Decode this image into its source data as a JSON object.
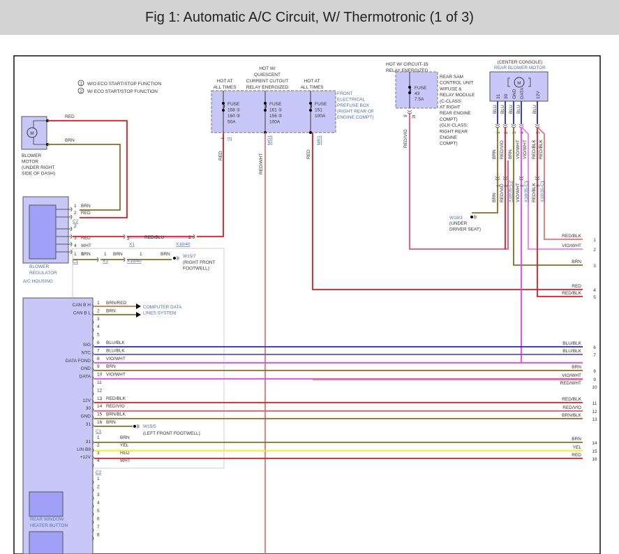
{
  "title": "Fig 1: Automatic A/C Circuit, W/ Thermotronic (1 of 3)",
  "legend": [
    {
      "mark": "1",
      "text": "W/O ECO START/STOP FUNCTION"
    },
    {
      "mark": "2",
      "text": "W/ ECO START/STOP FUNCTION"
    }
  ],
  "components": {
    "blower_motor": {
      "label": [
        "BLOWER",
        "MOTOR",
        "(UNDER RIGHT",
        "SIDE OF DASH)"
      ],
      "symbol": "M"
    },
    "blower_regulator": {
      "label": [
        "BLOWER",
        "REGULATOR"
      ],
      "housing": "A/C HOUSING"
    },
    "prefuse_box": {
      "label": [
        "FRONT",
        "ELECTRICAL",
        "PREFUSE BOX",
        "(RIGHT REAR OF",
        "ENGINE COMPT)"
      ],
      "fuses": [
        {
          "header": [
            "HOT AT",
            "ALL TIMES"
          ],
          "lines": [
            "FUSE",
            "158 ①",
            "160 ②",
            "50A"
          ],
          "connector": "I3",
          "pin": "1",
          "wire": "RED"
        },
        {
          "header": [
            "HOT W/",
            "QUIESCENT",
            "CURRENT CUTOUT",
            "RELAY ENERGIZED"
          ],
          "lines": [
            "FUSE",
            "161 ①",
            "156 ②",
            "100A"
          ],
          "connector": "MG1",
          "wire": "RED/WHT"
        },
        {
          "header": [
            "HOT AT",
            "ALL TIMES"
          ],
          "lines": [
            "FUSE",
            "151",
            "100A"
          ],
          "connector": "MR1",
          "wire": "RED"
        }
      ]
    },
    "rear_sam": {
      "header": [
        "HOT W/ CIRCUIT-15",
        "RELAY ENERGIZED"
      ],
      "fuse": [
        "FUSE",
        "43",
        "7.5A"
      ],
      "label": [
        "REAR SAM",
        "CONTROL UNIT",
        "W/FUSE &",
        "RELAY MODULE",
        "(C-CLASS:",
        "AT RIGHT",
        "REAR ENGINE",
        "COMPT)",
        "(GLK-CLASS:",
        "RIGHT REAR",
        "ENGINE",
        "COMPT)"
      ],
      "pin": "9",
      "connector": "3I",
      "wire": "RED/VIO"
    },
    "rear_blower_motor": {
      "label": [
        "(CENTER CONSOLE)",
        "REAR BLOWER MOTOR"
      ],
      "symbol": "M",
      "pins": [
        "31",
        "30",
        "GND",
        "DATA",
        "12V"
      ],
      "pin_wires": [
        "BLU",
        "BLU",
        "BLU",
        "BLU",
        "BLU"
      ],
      "harness_pins": [
        "1",
        "2",
        "3",
        "4",
        "5"
      ],
      "harness_wires": [
        "BRN",
        "RED/VIO",
        "BRN",
        "VIO/WHT",
        "VIO/WHT",
        "RED/BLK",
        "RED/BLK"
      ],
      "lower_pins": [
        "1",
        "2",
        "2",
        "3"
      ],
      "lower_wires": [
        "BRN",
        "RED/VIO",
        "VIO/WHT",
        "RED/BLK"
      ],
      "lower_connectors": [
        "X18/35-C2",
        "X18/35-C1",
        "X18/35-C1"
      ]
    },
    "ground_w18": {
      "id": "W18/3",
      "location": [
        "(UNDER",
        "DRIVER SEAT)"
      ]
    },
    "ground_w15_7": {
      "id": "W15/7",
      "location": [
        "(RIGHT FRONT",
        "FOOTWELL)"
      ]
    },
    "ground_w15_5": {
      "id": "W15/5",
      "location": "(LEFT FRONT FOOTWELL)"
    },
    "rear_window_heater": {
      "label": [
        "REAR WINDOW",
        "HEATER BUTTON"
      ]
    }
  },
  "regulator_pins": {
    "c2": [
      {
        "pin": "1",
        "wire": "BRN"
      },
      {
        "pin": "2",
        "wire": "RED"
      }
    ],
    "c2_label": "C2",
    "c1": [
      {
        "pin": "2",
        "wire": ""
      },
      {
        "pin": "3",
        "wire": "RED"
      },
      {
        "pin": "4",
        "wire": "WHT"
      },
      {
        "pin": "1",
        "wire": "BRN"
      }
    ],
    "c1_label": "C1",
    "x1_label": "X1",
    "x18_label": "X18/40",
    "red_blu": "RED/BLU",
    "pin2": "2",
    "pin1": "1",
    "brn": "BRN"
  },
  "control_unit_c1": [
    {
      "pin": "1",
      "signal": "CAN B H",
      "wire": "BRN/RED"
    },
    {
      "pin": "2",
      "signal": "CAN B L",
      "wire": "BRN"
    },
    {
      "pin": "3",
      "signal": "",
      "wire": ""
    },
    {
      "pin": "4",
      "signal": "",
      "wire": ""
    },
    {
      "pin": "5",
      "signal": "",
      "wire": ""
    },
    {
      "pin": "6",
      "signal": "SIG",
      "wire": "BLU/BLK"
    },
    {
      "pin": "7",
      "signal": "NTC",
      "wire": "BLU/BLK"
    },
    {
      "pin": "8",
      "signal": "DATA FOND",
      "wire": "VIO/WHT"
    },
    {
      "pin": "9",
      "signal": "GND",
      "wire": "BRN"
    },
    {
      "pin": "10",
      "signal": "DATA",
      "wire": "VIO/WHT"
    },
    {
      "pin": "11",
      "signal": "",
      "wire": ""
    },
    {
      "pin": "12",
      "signal": "",
      "wire": ""
    },
    {
      "pin": "13",
      "signal": "12V",
      "wire": "RED/BLK"
    },
    {
      "pin": "14",
      "signal": "30",
      "wire": "RED/VIO"
    },
    {
      "pin": "15",
      "signal": "GND",
      "wire": "BRN/BLK"
    },
    {
      "pin": "16",
      "signal": "31",
      "wire": "BRN"
    }
  ],
  "can_destination": [
    "COMPUTER DATA",
    "LINES SYSTEM"
  ],
  "control_unit_c2": [
    {
      "pin": "1",
      "signal": "31",
      "wire": "BRN"
    },
    {
      "pin": "2",
      "signal": "LIN B8",
      "wire": "YEL"
    },
    {
      "pin": "3",
      "signal": "+12V",
      "wire": "RED"
    },
    {
      "pin": "4",
      "signal": "",
      "wire": "WHT"
    }
  ],
  "connector_c1": "C1",
  "connector_c2": "C2",
  "control_unit_c2b_pins": [
    "1",
    "2",
    "3",
    "4",
    "5",
    "6",
    "7",
    "8"
  ],
  "right_edge": [
    {
      "n": "1",
      "wire": "RED/BLK"
    },
    {
      "n": "2",
      "wire": "VIO/WHT"
    },
    {
      "n": "3",
      "wire": "BRN"
    },
    {
      "n": "4",
      "wire": "RED"
    },
    {
      "n": "5",
      "wire": "RED/BLK"
    },
    {
      "n": "6",
      "wire": "BLU/BLK"
    },
    {
      "n": "7",
      "wire": "BLU/BLK"
    },
    {
      "n": "8",
      "wire": "BRN"
    },
    {
      "n": "9",
      "wire": "VIO/WHT"
    },
    {
      "n": "10",
      "wire": "RED/WHT"
    },
    {
      "n": "11",
      "wire": "RED/BLK"
    },
    {
      "n": "12",
      "wire": "RED/VIO"
    },
    {
      "n": "13",
      "wire": "BRN/BLK"
    },
    {
      "n": "14",
      "wire": "BRN"
    },
    {
      "n": "15",
      "wire": "YEL"
    },
    {
      "n": "16",
      "wire": "RED"
    }
  ],
  "colors": {
    "red": "#e8161b",
    "brn": "#8b6b1e",
    "blu": "#2323d9",
    "blublk": "#5252d9",
    "vio": "#f03cf0",
    "pink": "#f07aed",
    "redvio": "#f0506e",
    "redwht": "#f07070",
    "yel": "#ffee00",
    "box": "#c8c8f8",
    "box_dark": "#a0a0f8",
    "label_blue": "#4a6fbf"
  }
}
